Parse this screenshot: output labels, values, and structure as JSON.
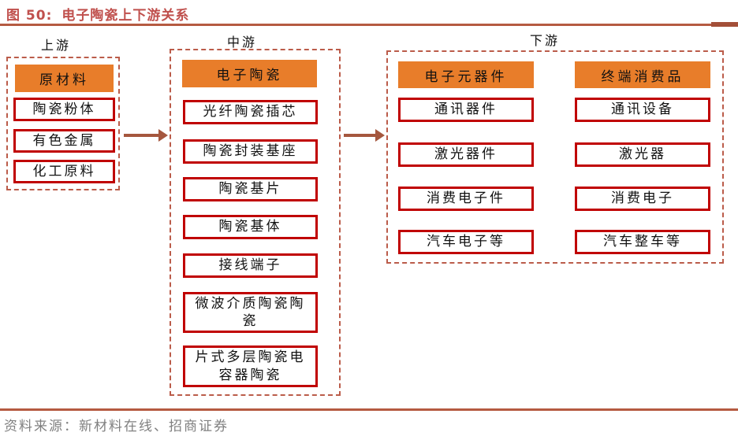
{
  "figure": {
    "number_label": "图 50:",
    "title": "电子陶瓷上下游关系"
  },
  "source_line": "资料来源：新材料在线、招商证券",
  "colors": {
    "title_accent": "#C0504D",
    "rule_line": "#B55A41",
    "header_orange": "#E87D2A",
    "item_border_red": "#C00000",
    "dashed_border": "#BB5C4A",
    "arrow_brown": "#A5573E",
    "source_text_gray": "#808080"
  },
  "sections": {
    "upstream": {
      "label": "上游",
      "header": "原材料",
      "items": [
        "陶瓷粉体",
        "有色金属",
        "化工原料"
      ]
    },
    "midstream": {
      "label": "中游",
      "header": "电子陶瓷",
      "items": [
        "光纤陶瓷插芯",
        "陶瓷封装基座",
        "陶瓷基片",
        "陶瓷基体",
        "接线端子",
        "微波介质陶瓷陶瓷",
        "片式多层陶瓷电容器陶瓷"
      ]
    },
    "downstream": {
      "label": "下游",
      "columns": [
        {
          "header": "电子元器件",
          "items": [
            "通讯器件",
            "激光器件",
            "消费电子件",
            "汽车电子等"
          ]
        },
        {
          "header": "终端消费品",
          "items": [
            "通讯设备",
            "激光器",
            "消费电子",
            "汽车整车等"
          ]
        }
      ]
    }
  }
}
